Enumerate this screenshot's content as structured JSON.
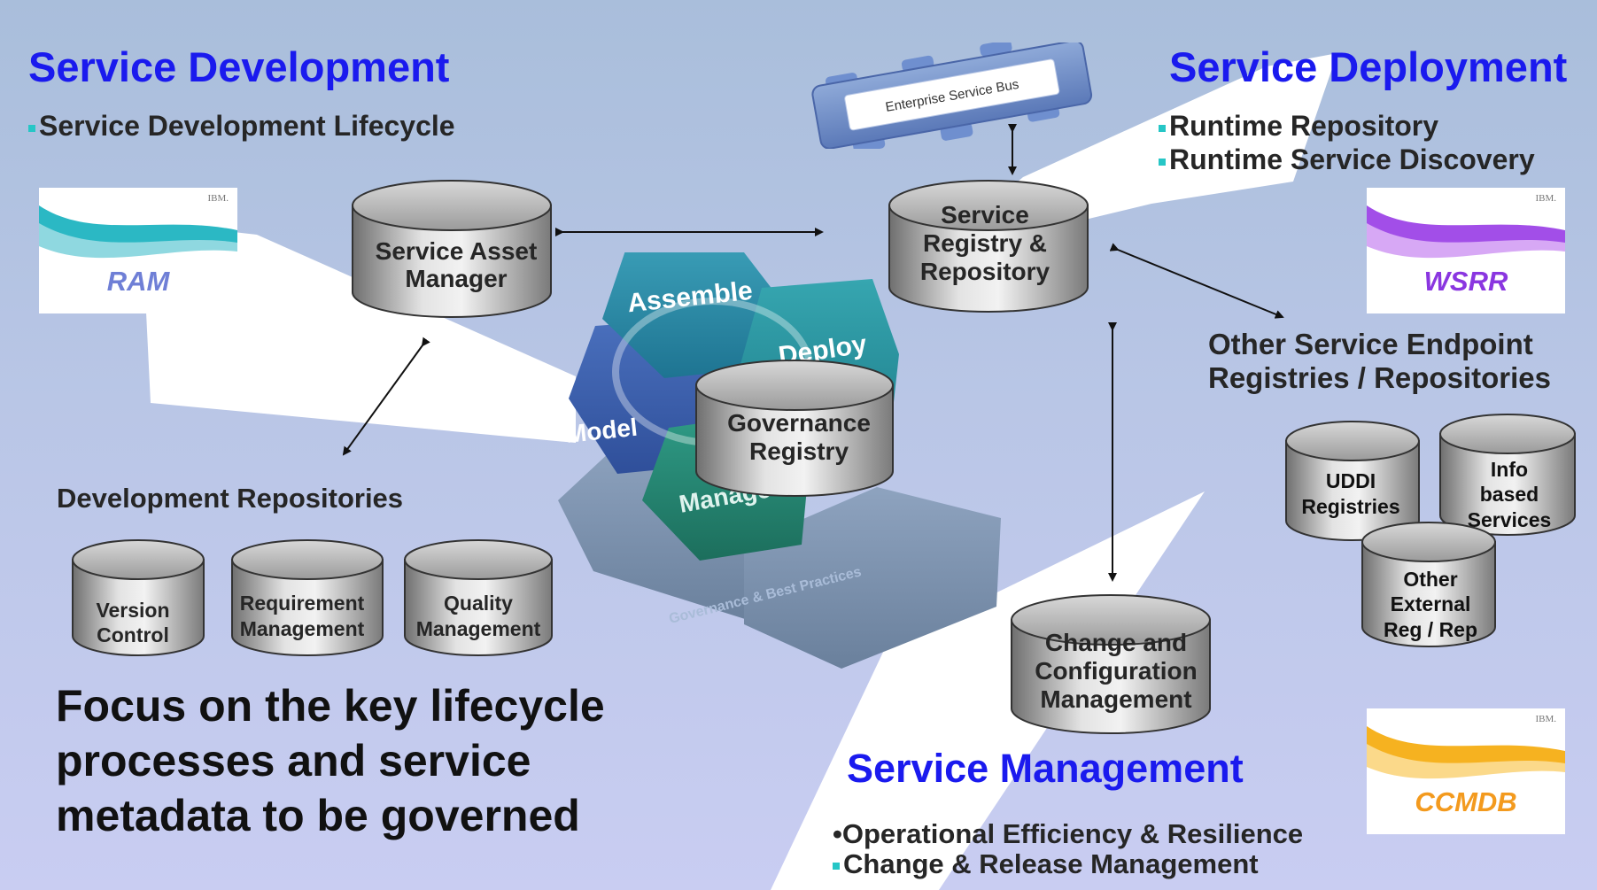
{
  "sections": {
    "development": {
      "title": "Service Development",
      "bullet": "Service Development Lifecycle"
    },
    "deployment": {
      "title": "Service Deployment",
      "bullets": [
        "Runtime Repository",
        "Runtime Service Discovery"
      ]
    },
    "management": {
      "title": "Service Management",
      "bullets": [
        "Operational Efficiency & Resilience",
        "Change & Release Management"
      ]
    }
  },
  "esb_label": "Enterprise Service Bus",
  "thumbnails": [
    {
      "id": "ram",
      "label": "RAM",
      "brand": "IBM.",
      "color": "#6f7fd6",
      "swoosh": "#2bb8c4"
    },
    {
      "id": "wsrr",
      "label": "WSRR",
      "brand": "IBM.",
      "color": "#8a36e0",
      "swoosh": "#a24ee8"
    },
    {
      "id": "ccmdb",
      "label": "CCMDB",
      "brand": "IBM.",
      "color": "#f39a1e",
      "swoosh": "#f6b220"
    }
  ],
  "cylinders": {
    "service_asset_manager": [
      "Service Asset",
      "Manager"
    ],
    "service_registry": [
      "Service",
      "Registry &",
      "Repository"
    ],
    "governance_registry": [
      "Governance",
      "Registry"
    ],
    "version_control": [
      "Version",
      "Control"
    ],
    "requirement_management": [
      "Requirement",
      "Management"
    ],
    "quality_management": [
      "Quality",
      "Management"
    ],
    "change_config": [
      "Change and",
      "Configuration",
      "Management"
    ],
    "uddi": [
      "UDDI",
      "Registries"
    ],
    "info_based": [
      "Info",
      "based",
      "Services"
    ],
    "other_external": [
      "Other",
      "External",
      "Reg / Rep"
    ]
  },
  "hexagons": {
    "assemble": "Assemble",
    "deploy": "Deploy",
    "model": "Model",
    "manage": "Manage",
    "best_practices": "Governance & Best Practices"
  },
  "development_repositories": "Development Repositories",
  "other_endpoint": [
    "Other Service Endpoint",
    "Registries / Repositories"
  ],
  "focus_text": [
    "Focus on the key lifecycle",
    "processes and service",
    "metadata to be governed"
  ],
  "bullet_markers": {
    "square": "▪",
    "dot": "•"
  }
}
